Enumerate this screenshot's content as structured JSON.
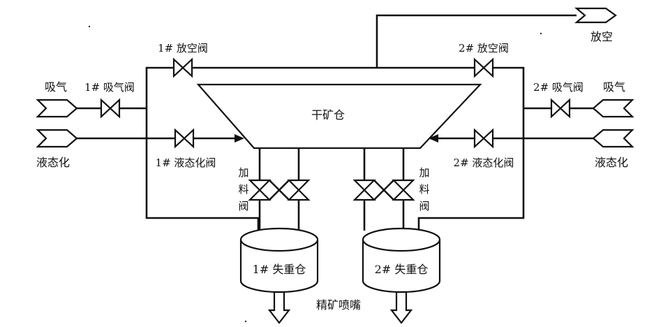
{
  "labels": {
    "vent": "放空",
    "vent_valve_1": "1# 放空阀",
    "vent_valve_2": "2# 放空阀",
    "suction_left": "吸气",
    "suction_right": "吸气",
    "suction_valve_1": "1# 吸气阀",
    "suction_valve_2": "2# 吸气阀",
    "fluidize_left": "液态化",
    "fluidize_right": "液态化",
    "fluidize_valve_1": "1# 液态化阀",
    "fluidize_valve_2": "2# 液态化阀",
    "dry_bin": "干矿仓",
    "feed_valve_chars": [
      "加",
      "料",
      "阀"
    ],
    "weigh_bin_1": "1# 失重仓",
    "weigh_bin_2": "2# 失重仓",
    "nozzle": "精矿喷嘴"
  }
}
